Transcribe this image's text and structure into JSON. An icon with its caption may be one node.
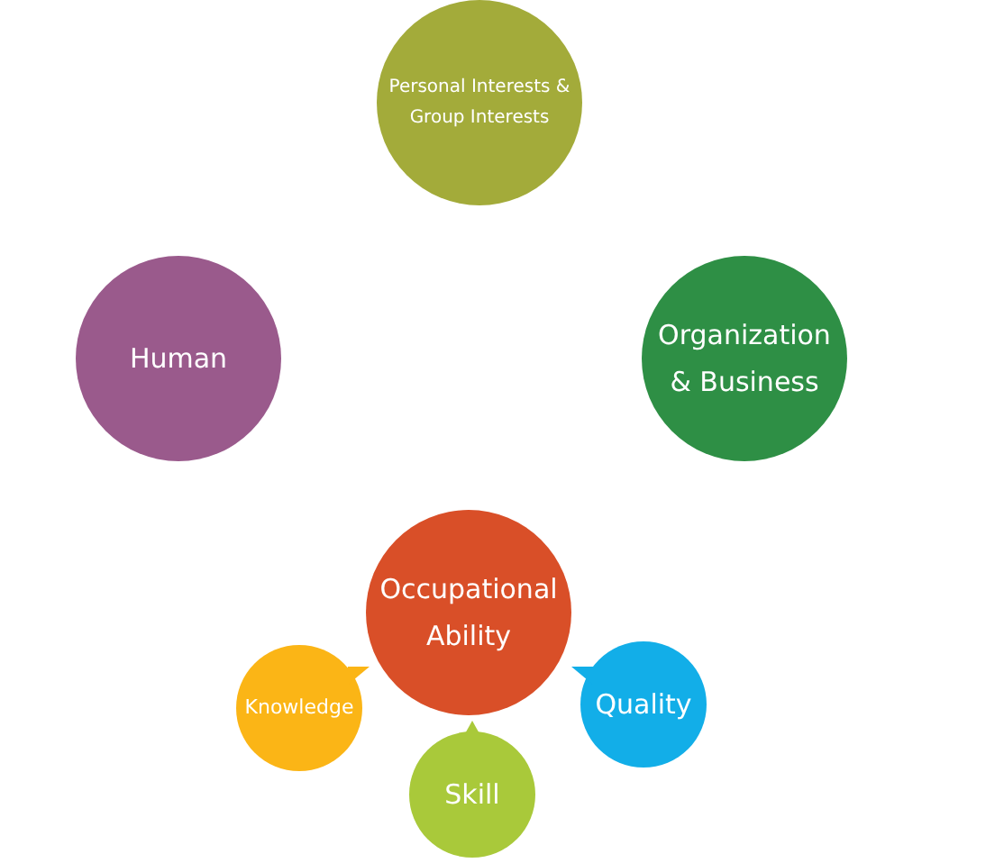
{
  "diagram": {
    "nodes": [
      {
        "text": [
          "Personal Interests & Group Interests"
        ]
      },
      {
        "text": [
          "Human"
        ]
      },
      {
        "text": [
          "Organization & Business"
        ]
      },
      {
        "text": [
          "Occupational Ability"
        ]
      },
      {
        "text": [
          "Knowledge"
        ]
      },
      {
        "text": [
          "Skill"
        ]
      },
      {
        "text": [
          "Quality"
        ]
      }
    ]
  }
}
